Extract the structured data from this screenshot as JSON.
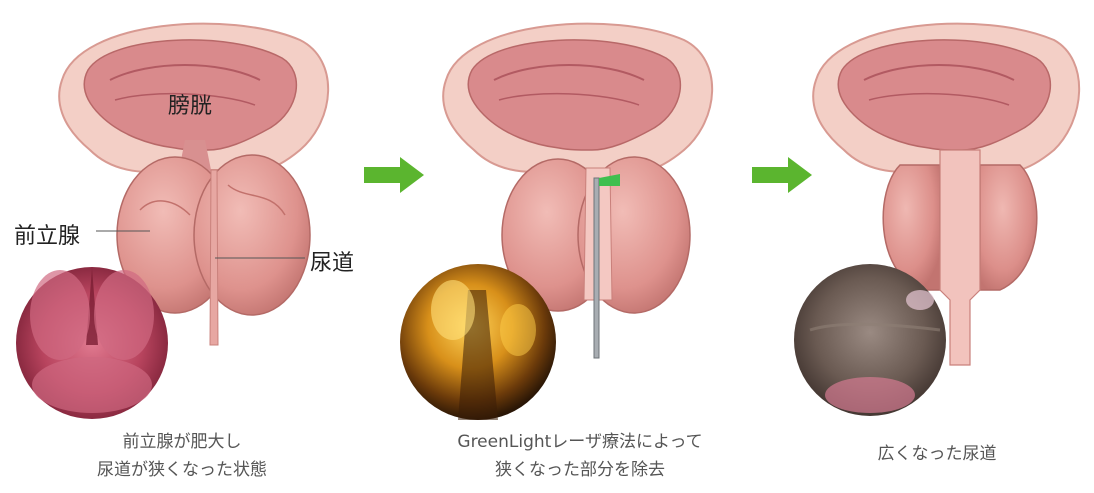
{
  "labels": {
    "bladder": "膀胱",
    "prostate": "前立腺",
    "urethra": "尿道"
  },
  "captions": [
    {
      "line1": "前立腺が肥大し",
      "line2": "尿道が狭くなった状態"
    },
    {
      "line1": "GreenLightレーザ療法によって",
      "line2": "狭くなった部分を除去"
    },
    {
      "line1": "広くなった尿道",
      "line2": ""
    }
  ],
  "colors": {
    "arrow": "#5bb52f",
    "laser_tip": "#3fbf4f",
    "tissue": "#e7a7a2",
    "tissue_dark": "#c97c78"
  }
}
